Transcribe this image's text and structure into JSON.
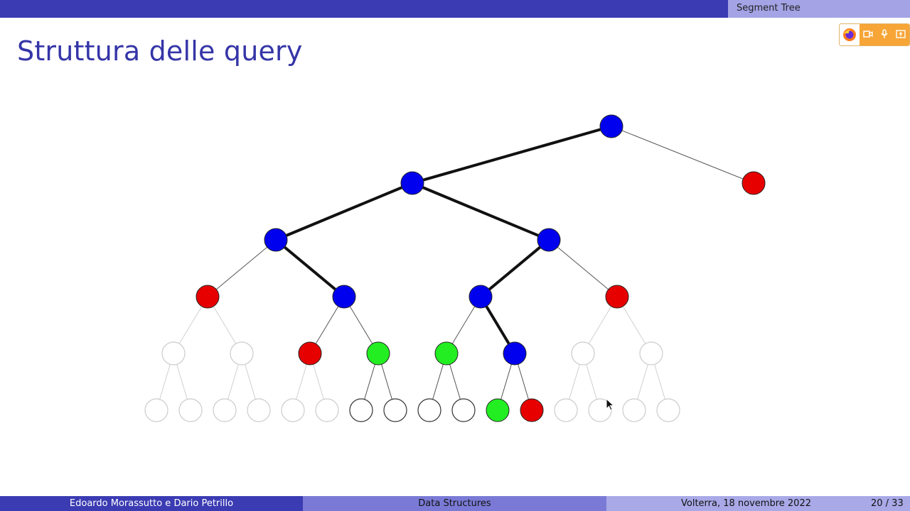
{
  "header": {
    "section": "Segment Tree"
  },
  "slide": {
    "title": "Struttura delle query"
  },
  "footer": {
    "authors": "Edoardo Morassutto e Dario Petrillo",
    "course": "Data Structures",
    "date": "Volterra, 18 novembre 2022",
    "pages": "20 / 33"
  },
  "colors": {
    "blue": "#0000ee",
    "red": "#e60000",
    "green": "#22ee22",
    "outline_dark": "#333333",
    "outline_faded": "#cccccc"
  },
  "browser_toolbar": {
    "icons": [
      "firefox-icon",
      "camera-icon",
      "microphone-icon",
      "share-screen-icon"
    ]
  }
}
